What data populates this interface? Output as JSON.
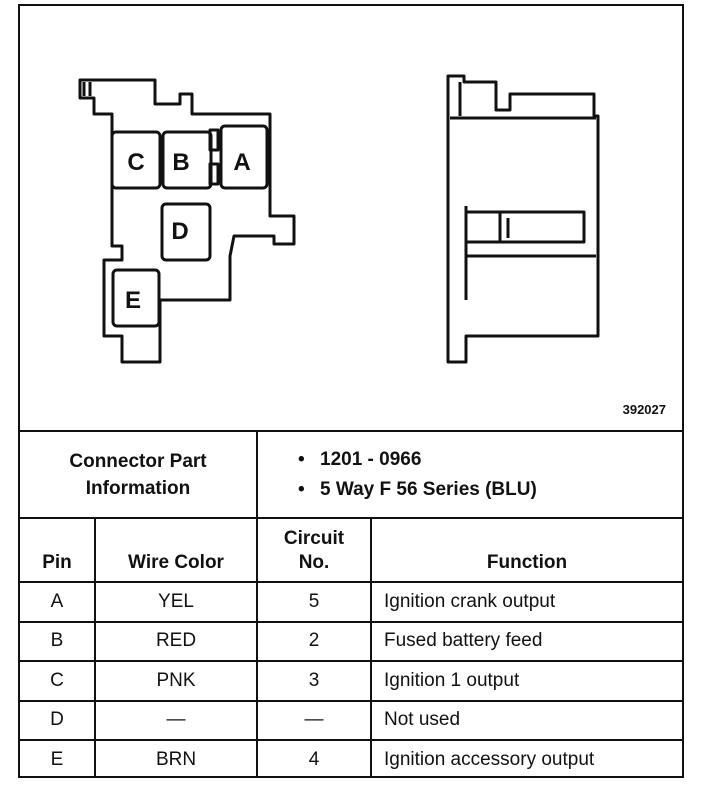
{
  "figure_id": "392027",
  "connector": {
    "cavity_labels": [
      "C",
      "B",
      "A",
      "D",
      "E"
    ],
    "info_label_line1": "Connector Part",
    "info_label_line2": "Information",
    "info_items": [
      "1201 - 0966",
      "5 Way F 56 Series (BLU)"
    ],
    "bullet": "•"
  },
  "table": {
    "headers": {
      "pin": "Pin",
      "wire_color": "Wire Color",
      "circuit_line1": "Circuit",
      "circuit_line2": "No.",
      "function": "Function"
    },
    "rows": [
      {
        "pin": "A",
        "wire_color": "YEL",
        "circuit": "5",
        "function": "Ignition crank output"
      },
      {
        "pin": "B",
        "wire_color": "RED",
        "circuit": "2",
        "function": "Fused battery feed"
      },
      {
        "pin": "C",
        "wire_color": "PNK",
        "circuit": "3",
        "function": "Ignition 1 output"
      },
      {
        "pin": "D",
        "wire_color": "—",
        "circuit": "—",
        "function": "Not used"
      },
      {
        "pin": "E",
        "wire_color": "BRN",
        "circuit": "4",
        "function": "Ignition accessory output"
      }
    ]
  }
}
